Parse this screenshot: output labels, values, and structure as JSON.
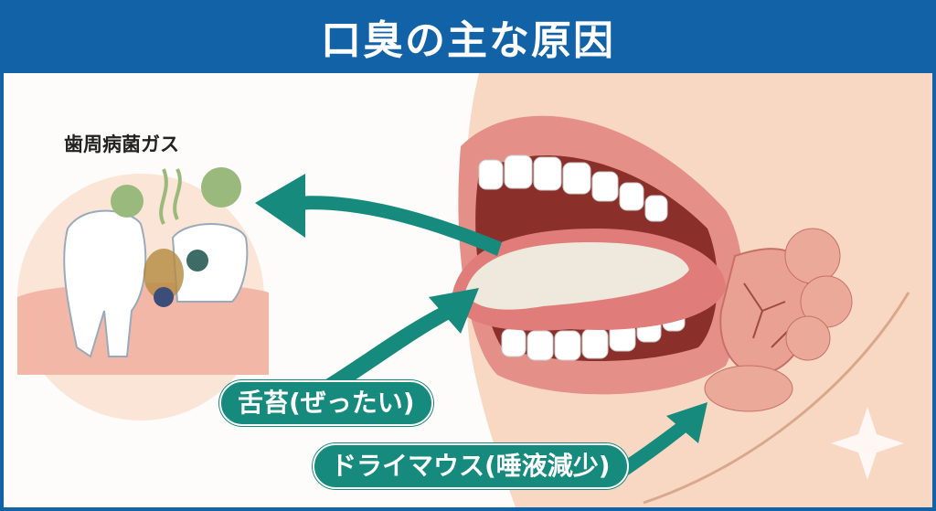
{
  "title": "口臭の主な原因",
  "labels": {
    "periodontal_gas": "歯周病菌ガス",
    "tongue_coating": "舌苔(ぜったい)",
    "dry_mouth": "ドライマウス(唾液減少)"
  },
  "colors": {
    "header": "#1262a8",
    "accent_teal": "#168a7c",
    "skin": "#f8d8c2",
    "lips": "#e48f88"
  }
}
